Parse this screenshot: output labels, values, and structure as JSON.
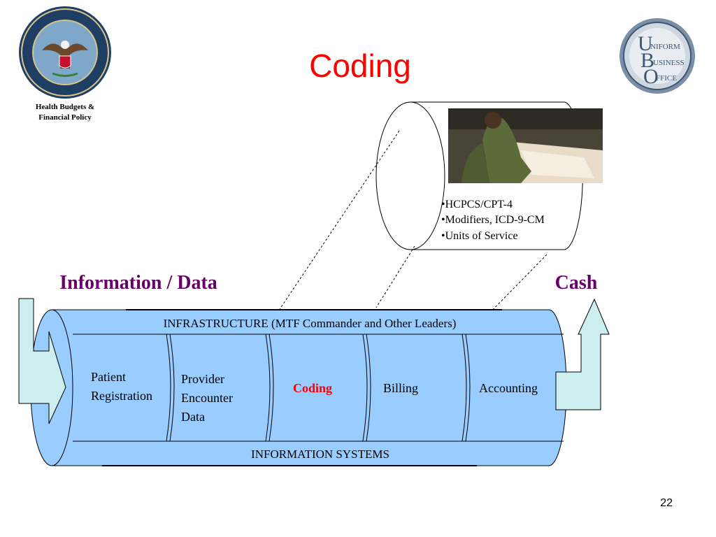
{
  "slide": {
    "title": "Coding",
    "page_number": "22"
  },
  "left_logo": {
    "name": "Department of Defense seal",
    "caption_line1": "Health Budgets  &",
    "caption_line2": "Financial Policy"
  },
  "right_logo": {
    "name": "Uniform Business Office emblem",
    "line1": "NIFORM",
    "line2": "USINESS",
    "line3": "FFICE"
  },
  "detail_cylinder": {
    "photo": "photo of a soldier reviewing paperwork",
    "bullets": [
      "•HCPCS/CPT-4",
      "•Modifiers, ICD-9-CM",
      "•Units of Service"
    ]
  },
  "flow": {
    "input_label": "Information / Data",
    "output_label": "Cash",
    "top_band": "INFRASTRUCTURE (MTF Commander and Other Leaders)",
    "bottom_band": "INFORMATION SYSTEMS",
    "segments": {
      "patient_line1": "Patient",
      "patient_line2": "Registration",
      "provider_line1": "Provider",
      "provider_line2": "Encounter",
      "provider_line3": "Data",
      "coding": "Coding",
      "billing": "Billing",
      "accounting": "Accounting"
    }
  },
  "colors": {
    "title": "#ff0000",
    "heading": "#660066",
    "pipe_fill": "#99ccff",
    "arrow_fill": "#cceeee",
    "highlight": "#ff0000"
  }
}
